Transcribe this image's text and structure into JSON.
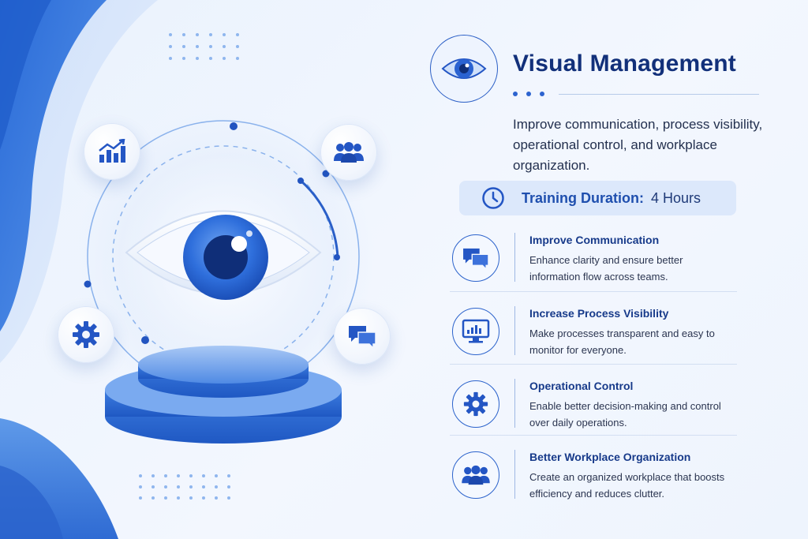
{
  "header": {
    "title": "Visual Management",
    "icon": "eye-icon"
  },
  "intro": {
    "text": "Improve communication, process visibility, operational control, and workplace organization."
  },
  "training": {
    "label": "Training Duration:",
    "value": "4 Hours",
    "icon": "clock-icon"
  },
  "features": [
    {
      "title": "Improve Communication",
      "desc": "Enhance clarity and ensure better information flow across teams.",
      "icon": "chat-bubbles-icon"
    },
    {
      "title": "Increase Process Visibility",
      "desc": "Make processes transparent and easy to monitor for everyone.",
      "icon": "monitor-chart-icon"
    },
    {
      "title": "Operational Control",
      "desc": "Enable better decision-making and control over daily operations.",
      "icon": "gear-icon"
    },
    {
      "title": "Better Workplace Organization",
      "desc": "Create an organized workplace that boosts efficiency and reduces clutter.",
      "icon": "team-icon"
    }
  ],
  "illustration": {
    "orbit_icons": [
      "growth-chart-icon",
      "team-icon",
      "gear-icon",
      "chat-bubbles-icon"
    ],
    "center": "eye-icon",
    "base": "podium"
  },
  "colors": {
    "primary": "#2b5fc6",
    "title": "#12307a",
    "background": "#eef4fd",
    "accent_light": "#dce8fb"
  }
}
